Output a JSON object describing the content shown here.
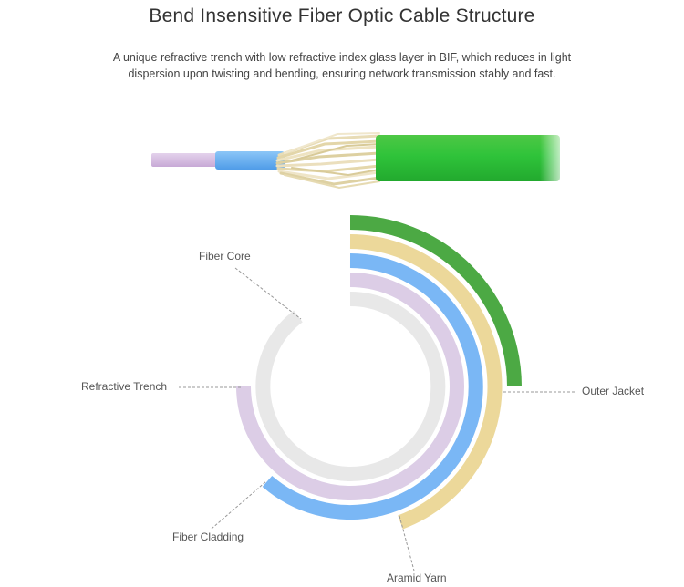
{
  "header": {
    "title": "Bend Insensitive Fiber Optic Cable Structure",
    "description": "A unique refractive trench with low refractive index glass layer in BIF, which reduces in light dispersion upon twisting and bending, ensuring network transmission stably and fast."
  },
  "layers": {
    "fiber_core": "Fiber Core",
    "refractive_trench": "Refractive Trench",
    "fiber_cladding": "Fiber Cladding",
    "aramid_yarn": "Aramid Yarn",
    "outer_jacket": "Outer Jacket"
  },
  "colors": {
    "fiber_core": "#e8e8e8",
    "refractive_trench": "#dccde6",
    "fiber_cladding": "#7ab7f5",
    "aramid_yarn": "#ecd89a",
    "outer_jacket": "#4ca944",
    "leader_line": "#999999"
  }
}
